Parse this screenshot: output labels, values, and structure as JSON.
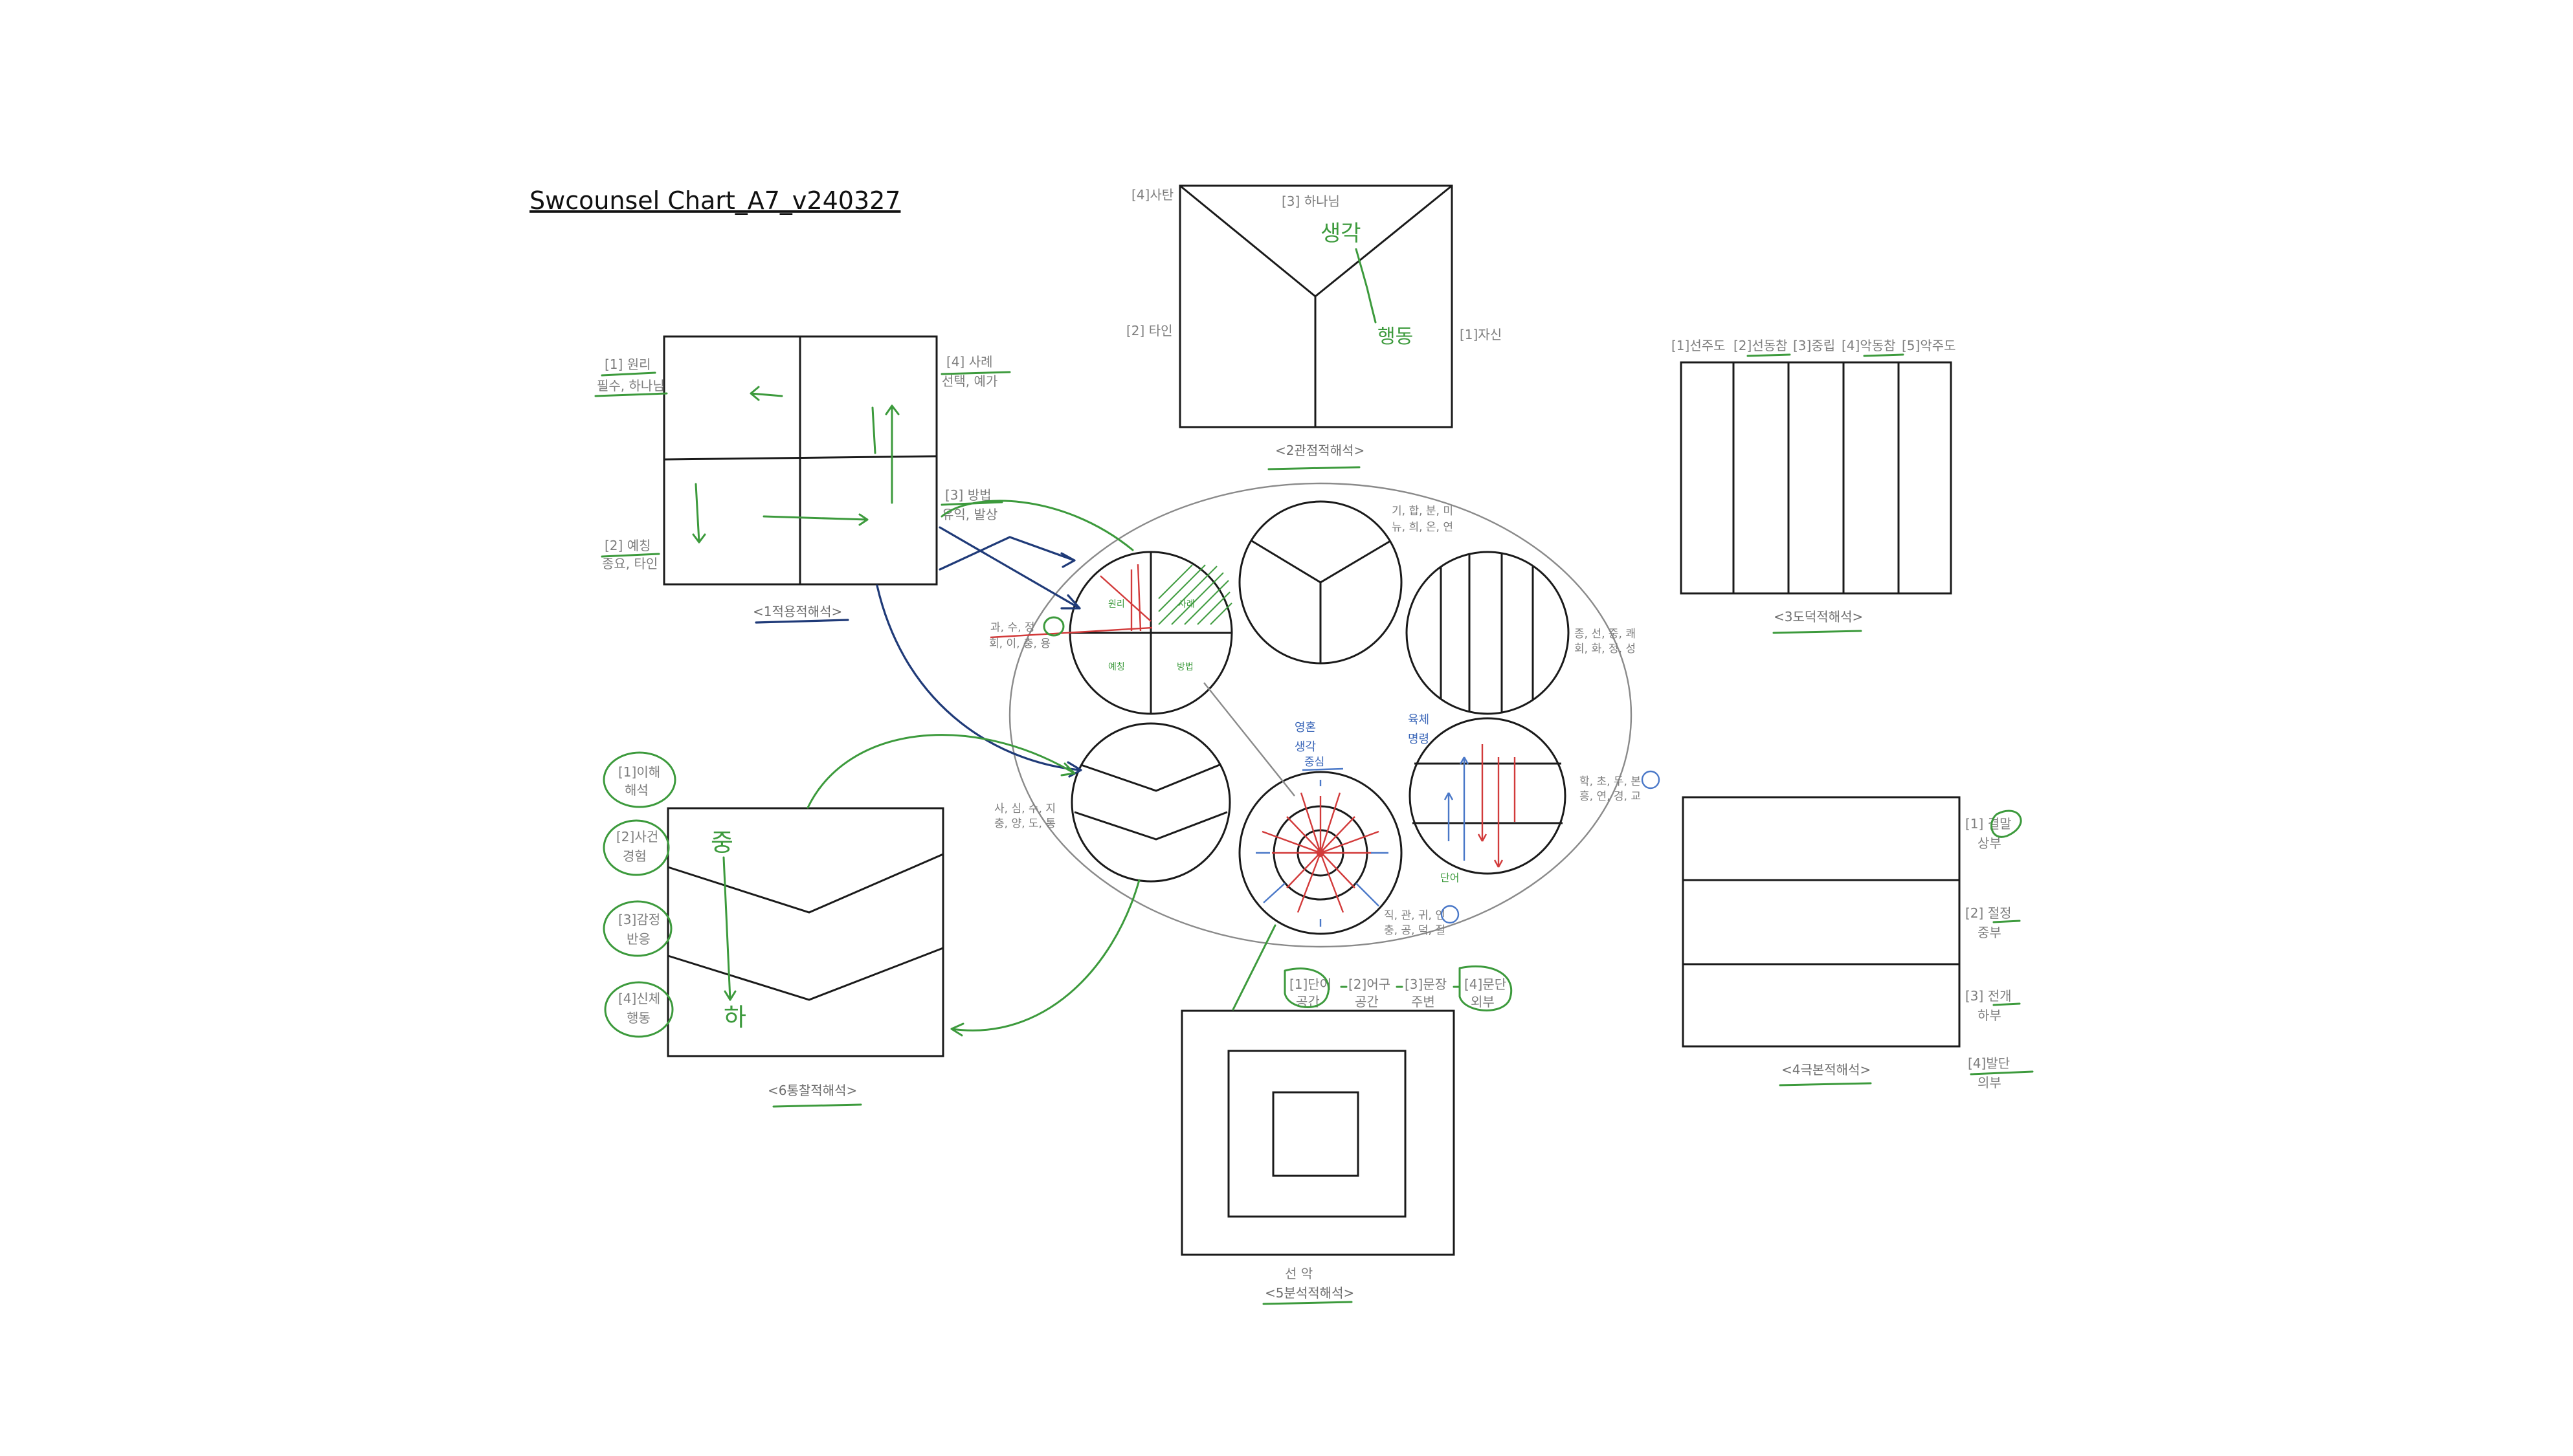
{
  "title": "Swcounsel Chart_A7_v240327",
  "box1": {
    "caption": "<1적용적해석>",
    "top_left": [
      "[1] 원리",
      "필수, 하나님"
    ],
    "top_right": [
      "[4] 사례",
      "선택, 예가"
    ],
    "bottom_left": [
      "[2] 예칭",
      "종요, 타인"
    ],
    "bottom_right": [
      "[3] 방법",
      "유익, 발상"
    ]
  },
  "box2": {
    "caption": "<2관점적해석>",
    "top": "[3] 하나님",
    "corner": "[4]사탄",
    "left": "[2] 타인",
    "right": "[1]자신",
    "note_top": "생각",
    "note_bottom": "행동"
  },
  "box3": {
    "caption": "<3도덕적해석>",
    "columns": [
      "[1]선주도",
      "[2]선동참",
      "[3]중립",
      "[4]악동참",
      "[5]악주도"
    ]
  },
  "box4": {
    "caption": "<4극본적해석>",
    "rows": [
      [
        "[1] 결말",
        "상부"
      ],
      [
        "[2] 절정",
        "중부"
      ],
      [
        "[3] 전개",
        "하부"
      ]
    ],
    "extra": [
      "[4]발단",
      "의부"
    ]
  },
  "box5": {
    "caption": "<5분석적해석>",
    "sublabel": "선    악",
    "steps": [
      [
        "[1]단어",
        "공간"
      ],
      [
        "[2]어구",
        "공간"
      ],
      [
        "[3]문장",
        "주변"
      ],
      [
        "[4]문단",
        "외부"
      ]
    ]
  },
  "box6": {
    "caption": "<6통찰적해석>",
    "levels": [
      [
        "[1]이해",
        "해석"
      ],
      [
        "[2]사건",
        "경험"
      ],
      [
        "[3]감정",
        "반응"
      ],
      [
        "[4]신체",
        "행동"
      ]
    ],
    "note_top": "중",
    "note_bottom": "하"
  },
  "center": {
    "circle1_side": [
      "과, 수, 정",
      "회, 이, 충, 용"
    ],
    "circle1_inner": [
      "원리",
      "사례",
      "예칭",
      "방법"
    ],
    "circle2_side": [
      "기, 합, 분, 미",
      "뉴, 희, 온, 연"
    ],
    "circle3_side": [
      "종, 선, 중, 쾌",
      "회, 화, 정, 성"
    ],
    "circle4_side": [
      "사, 심, 수, 지",
      "충, 양, 도, 통"
    ],
    "circle5_side": [
      "직, 관, 귀, 인",
      "충, 공, 덕, 질"
    ],
    "circle6_side": [
      "학, 초, 두, 본",
      "흥, 연, 경, 교"
    ],
    "mid_notes": [
      "영혼",
      "생각",
      "육체",
      "명령",
      "단어"
    ],
    "circle5_note": "중심"
  }
}
